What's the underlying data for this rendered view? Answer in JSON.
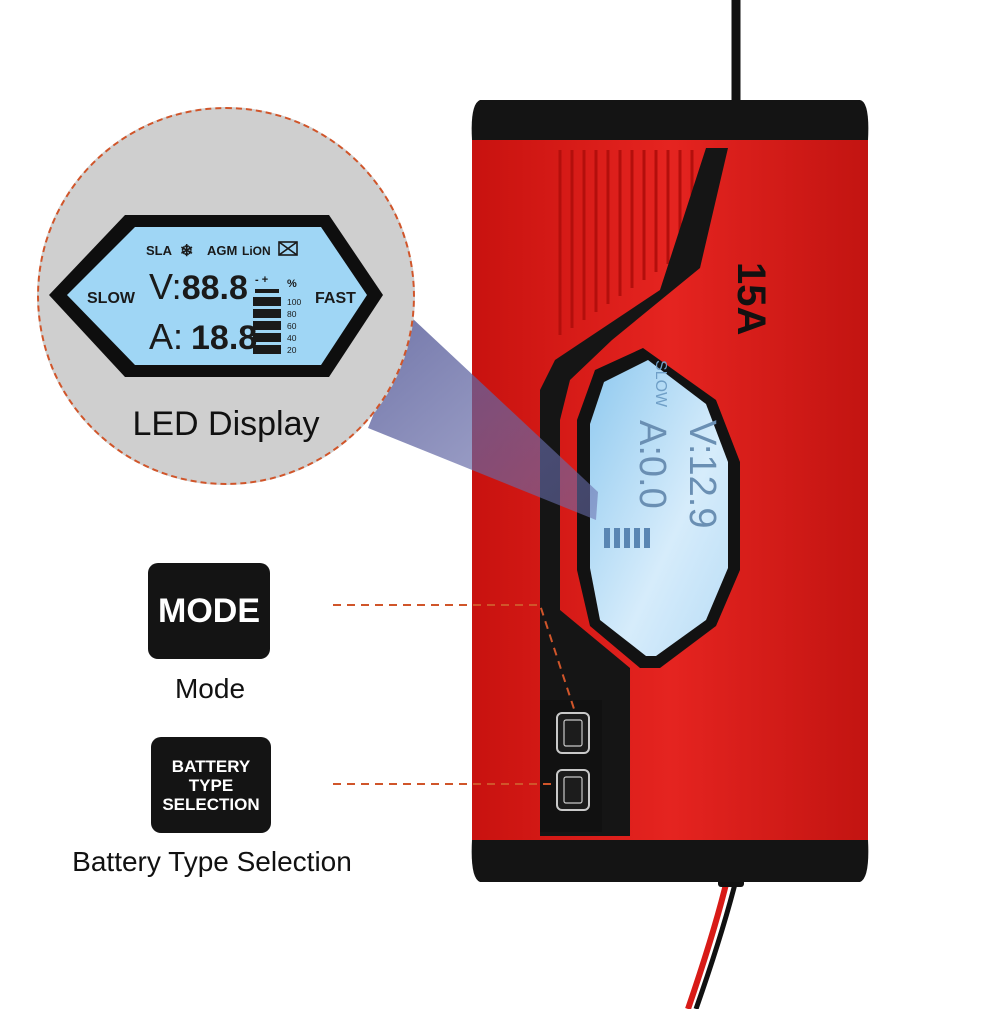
{
  "product": {
    "rating": "15A"
  },
  "zoom": {
    "title": "LED Display",
    "lcd": {
      "battery_types": [
        "SLA",
        "AGM",
        "LiON"
      ],
      "slow": "SLOW",
      "fast": "FAST",
      "volt_prefix": "V:",
      "volt_digits": "88.8",
      "amp_prefix": "A:",
      "amp_digits": "18.8",
      "percent_symbol": "%",
      "levels": [
        "100",
        "80",
        "60",
        "40",
        "20"
      ],
      "terminals": "- +"
    }
  },
  "device_lcd": {
    "slow": "SLOW",
    "volt_prefix": "V:",
    "volt_value": "12.9",
    "amp_prefix": "A:",
    "amp_value": "0.0"
  },
  "callouts": {
    "mode_badge": "MODE",
    "mode_caption": "Mode",
    "battery_badge": [
      "BATTERY",
      "TYPE",
      "SELECTION"
    ],
    "battery_caption": "Battery Type Selection"
  },
  "colors": {
    "body_red": "#e0201c",
    "lcd_blue": "#9fd6f5",
    "dash_orange": "#d0552a"
  }
}
